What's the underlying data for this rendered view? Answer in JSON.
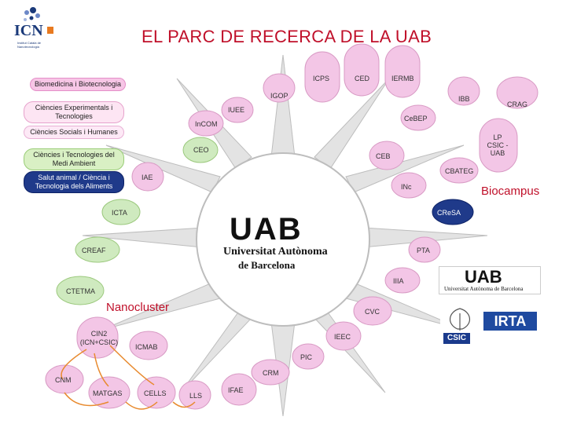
{
  "title": "EL PARC DE RECERCA DE LA UAB",
  "icn_logo": {
    "text": "ICN",
    "subtext": "Institut Català de Nanotecnologia"
  },
  "legend": [
    {
      "label": "Biomedicina i Biotecnologia",
      "color": "#f7c6e6"
    },
    {
      "label": "Ciències Experimentals i Tecnologies",
      "color": "#fde5f3"
    },
    {
      "label": "Ciències Socials i Humanes",
      "color": "#fde9f6"
    },
    {
      "label": "Ciències i Tecnologies del Medi Ambient",
      "color": "#d9f0c4"
    },
    {
      "label": "Salut animal / Ciència i Tecnologia dels Aliments",
      "color": "#1f3a8a"
    }
  ],
  "nodes": {
    "icps": "ICPS",
    "ced": "CED",
    "iermb": "IERMB",
    "igop": "IGOP",
    "ibb": "IBB",
    "crag": "CRAG",
    "iuee": "IUEE",
    "cebep": "CeBEP",
    "incom": "InCOM",
    "lp_csic": "LP CSIC - UAB",
    "ceo": "CEO",
    "ceb": "CEB",
    "cbateg": "CBATEG",
    "iae": "IAE",
    "inc": "INc",
    "biocampus": "Biocampus",
    "icta": "ICTA",
    "cresa": "CReSA",
    "creaf": "CREAF",
    "pta": "PTA",
    "iiia": "IIIA",
    "ctetma": "CTETMA",
    "nanocluster": "Nanocluster",
    "cvc": "CVC",
    "cin2": "CIN2 (ICN+CSIC)",
    "ieec": "IEEC",
    "icmab": "ICMAB",
    "pic": "PIC",
    "crm": "CRM",
    "cnm": "CNM",
    "matgas": "MATGAS",
    "cells": "CELLS",
    "lls": "LLS",
    "ifae": "IFAE"
  },
  "center": {
    "logo": "UAB",
    "line1": "Universitat Autònoma",
    "line2": "de Barcelona"
  },
  "side_logos": {
    "uab": "UAB",
    "uab_caption": "Universitat Autònoma de Barcelona",
    "csic": "CSIC",
    "irta": "IRTA"
  },
  "colors": {
    "title": "#c0102a",
    "sun_fill": "#e6e6e6",
    "ray_stroke": "#b7b7b7",
    "node_pink": "#f3c6e6",
    "node_green": "#cfeabf",
    "node_blue": "#1f3a8a",
    "link_orange": "#e88a2e"
  }
}
